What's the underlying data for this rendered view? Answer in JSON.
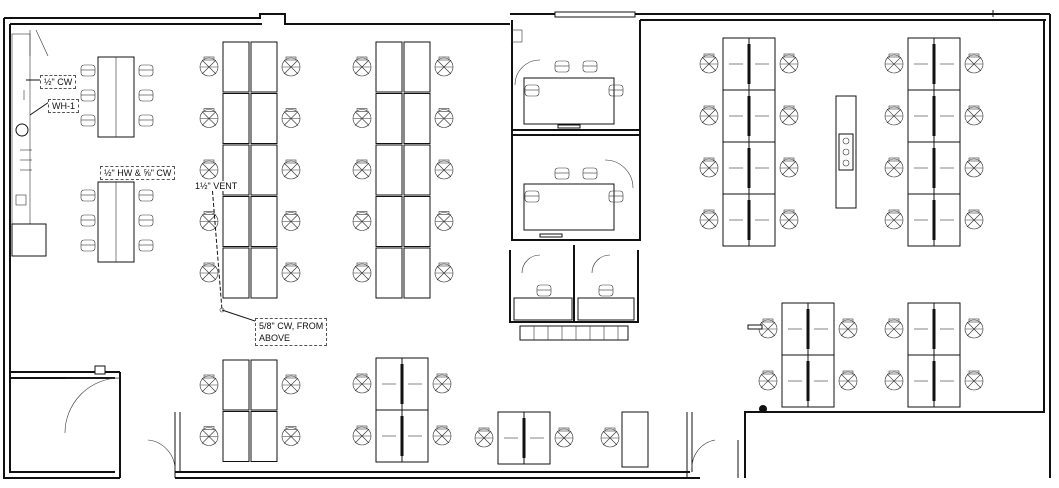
{
  "annotations": {
    "cw_half": "½\" CW",
    "water_heater": "WH-1",
    "hw_cw": "½\" HW & ⅝\" CW",
    "vent": "1½\" VENT",
    "cw_from_above_line1": "5/8\" CW, FROM",
    "cw_from_above_line2": "ABOVE"
  }
}
